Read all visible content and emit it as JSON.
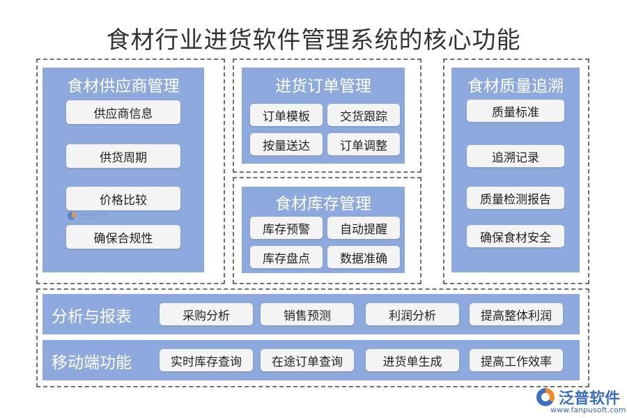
{
  "title": "食材行业进货软件管理系统的核心功能",
  "supplier": {
    "title": "食材供应商管理",
    "items": [
      "供应商信息",
      "供货周期",
      "价格比较",
      "确保合规性"
    ]
  },
  "order": {
    "title": "进货订单管理",
    "items": [
      "订单模板",
      "交货跟踪",
      "按量送达",
      "订单调整"
    ]
  },
  "inventory": {
    "title": "食材库存管理",
    "items": [
      "库存预警",
      "自动提醒",
      "库存盘点",
      "数据准确"
    ]
  },
  "quality": {
    "title": "食材质量追溯",
    "items": [
      "质量标准",
      "追溯记录",
      "质量检测报告",
      "确保食材安全"
    ]
  },
  "analysis": {
    "title": "分析与报表",
    "items": [
      "采购分析",
      "销售预测",
      "利润分析",
      "提高整体利润"
    ]
  },
  "mobile": {
    "title": "移动端功能",
    "items": [
      "实时库存查询",
      "在途订单查询",
      "进货单生成",
      "提高工作效率"
    ]
  },
  "watermark": {
    "small": "泛普软件",
    "logo_text": "泛普软件",
    "logo_url": "www.fanpusoft.com"
  },
  "colors": {
    "panel": "#8ea9dd",
    "chip": "#f4f4f4",
    "dashed_border": "#6f6f6f",
    "logo_blue": "#3d6fc0",
    "logo_orange": "#ee8a2a"
  }
}
